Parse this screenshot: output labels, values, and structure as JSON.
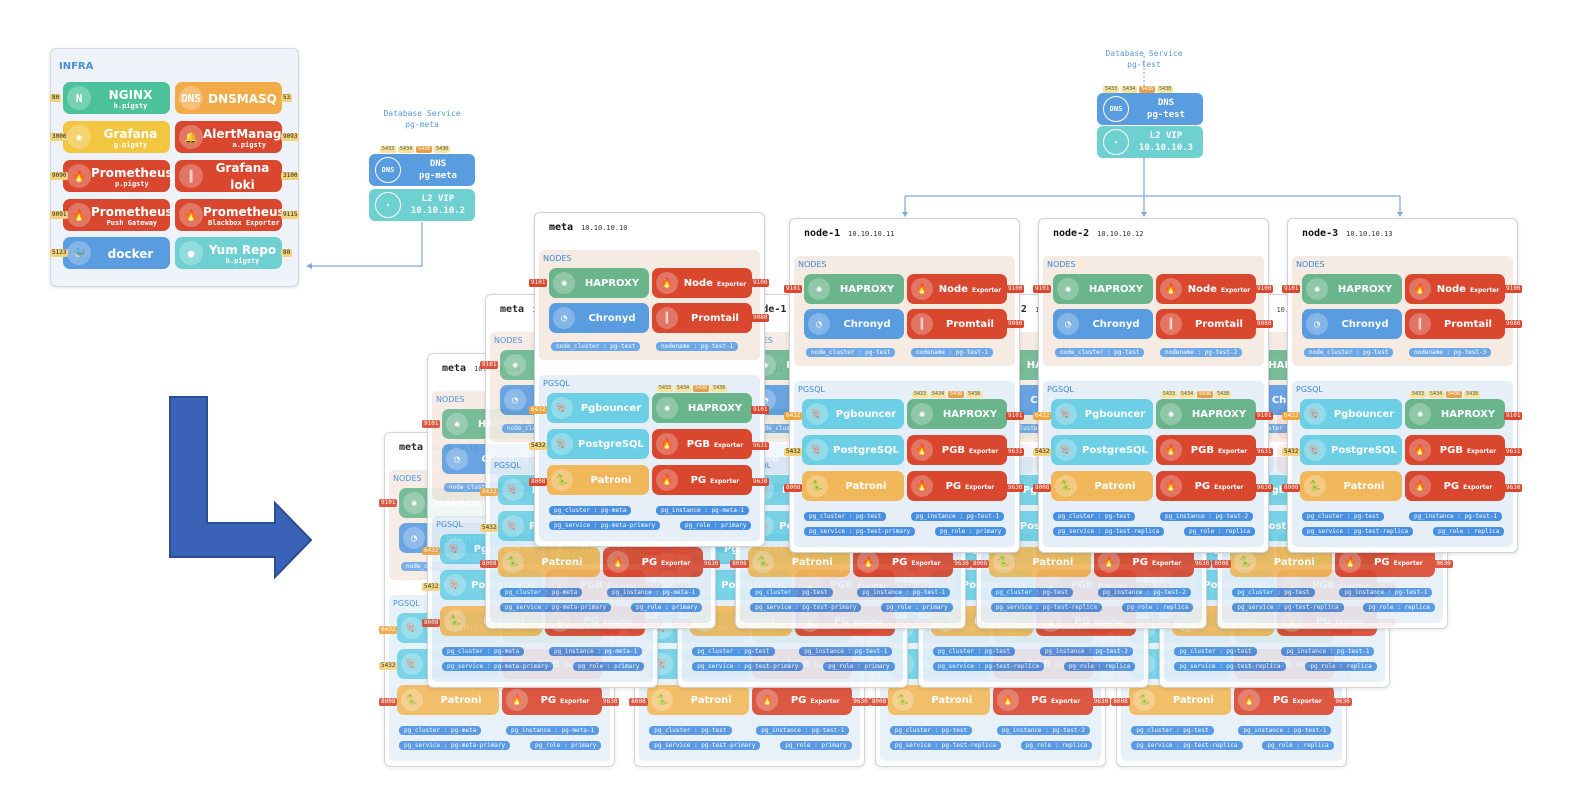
{
  "infra": {
    "title": "INFRA",
    "items": [
      {
        "name": "NGINX",
        "sub": "h.pigsty",
        "icon": "N",
        "color": "#4cc29a",
        "port_left": "80",
        "port_right": ""
      },
      {
        "name": "DNSMASQ",
        "sub": "",
        "icon": "DNS",
        "color": "#f3aa48",
        "port_left": "",
        "port_right": "53"
      },
      {
        "name": "Grafana",
        "sub": "g.pigsty",
        "icon": "✺",
        "color": "#f2c640",
        "port_left": "3000",
        "port_right": ""
      },
      {
        "name": "AlertManager",
        "sub": "a.pigsty",
        "icon": "🔔",
        "color": "#d9472f",
        "port_left": "",
        "port_right": "9093"
      },
      {
        "name": "Prometheus",
        "sub": "p.pigsty",
        "icon": "🔥",
        "color": "#d9472f",
        "port_left": "9090",
        "port_right": ""
      },
      {
        "name": "Grafana loki",
        "sub": "",
        "icon": "║",
        "color": "#d9472f",
        "port_left": "",
        "port_right": "3100"
      },
      {
        "name": "Prometheus",
        "sub": "Push Gateway",
        "icon": "🔥",
        "color": "#d9472f",
        "port_left": "9091",
        "port_right": ""
      },
      {
        "name": "Prometheus",
        "sub": "Blackbox Exporter",
        "icon": "🔥",
        "color": "#d9472f",
        "port_left": "",
        "port_right": "9115"
      },
      {
        "name": "docker",
        "sub": "",
        "icon": "🐳",
        "color": "#5a9ce0",
        "port_left": "5123",
        "port_right": ""
      },
      {
        "name": "Yum Repo",
        "sub": "h.pigsty",
        "icon": "●",
        "color": "#6fd0d2",
        "port_left": "",
        "port_right": "80"
      }
    ]
  },
  "service_meta": {
    "label": "Database Service",
    "name": "pg-meta",
    "ports": [
      "5433",
      "5434",
      "5436",
      "5438"
    ],
    "dns_label": "DNS",
    "dns_name": "pg-meta",
    "vip_label": "L2 VIP",
    "vip_addr": "10.10.10.2"
  },
  "service_test": {
    "label": "Database Service",
    "name": "pg-test",
    "ports": [
      "5433",
      "5434",
      "5436",
      "5438"
    ],
    "dns_label": "DNS",
    "dns_name": "pg-test",
    "vip_label": "L2 VIP",
    "vip_addr": "10.10.10.3"
  },
  "sections": {
    "nodes": "NODES",
    "pgsql": "PGSQL"
  },
  "components": {
    "haproxy": "HAPROXY",
    "node": "Node",
    "node_sub": "Exporter",
    "chronyd": "Chronyd",
    "promtail": "Promtail",
    "pgbouncer": "Pgbouncer",
    "postgres": "PostgreSQL",
    "pgb": "PGB",
    "pgb_sub": "Exporter",
    "patroni": "Patroni",
    "pg": "PG",
    "pg_sub": "Exporter"
  },
  "ports": {
    "haproxy": "9101",
    "node": "9100",
    "promtail": "9080",
    "pgbouncer": "6432",
    "postgres": "5432",
    "patroni": "8008",
    "pgb": "9631",
    "pg": "9630",
    "pg_haproxy": [
      "5433",
      "5434",
      "5436",
      "5438"
    ]
  },
  "panels": [
    {
      "name": "meta",
      "ip": "10.10.10.10",
      "node_cluster": "pg-test",
      "nodename": "pg-test-1",
      "pg_cluster": "pg-meta",
      "pg_instance": "pg-meta-1",
      "pg_service": "pg-meta-primary",
      "pg_role": "primary"
    },
    {
      "name": "node-1",
      "ip": "10.10.10.11",
      "node_cluster": "pg-test",
      "nodename": "pg-test-1",
      "pg_cluster": "pg-test",
      "pg_instance": "pg-test-1",
      "pg_service": "pg-test-primary",
      "pg_role": "primary"
    },
    {
      "name": "node-2",
      "ip": "10.10.10.12",
      "node_cluster": "pg-test",
      "nodename": "pg-test-2",
      "pg_cluster": "pg-test",
      "pg_instance": "pg-test-2",
      "pg_service": "pg-test-replica",
      "pg_role": "replica"
    },
    {
      "name": "node-3",
      "ip": "10.10.10.13",
      "node_cluster": "pg-test",
      "nodename": "pg-test-3",
      "pg_cluster": "pg-test",
      "pg_instance": "pg-test-1",
      "pg_service": "pg-test-replica",
      "pg_role": "replica"
    }
  ],
  "labels": {
    "node_cluster": "node_cluster",
    "nodename": "nodename",
    "pg_cluster": "pg_cluster",
    "pg_instance": "pg_instance",
    "pg_service": "pg_service",
    "pg_role": "pg_role"
  },
  "colors": {
    "arrow": "#3a63b8",
    "link": "#7fa9d8"
  }
}
